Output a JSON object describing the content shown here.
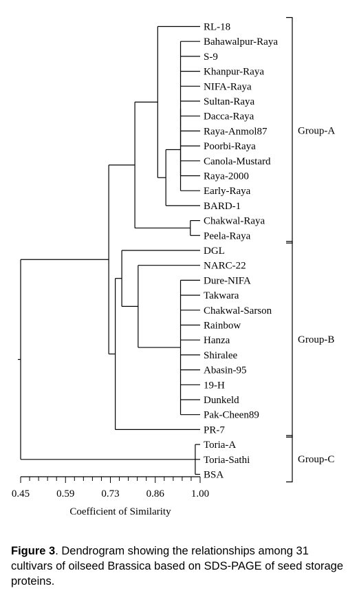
{
  "leaves": [
    "RL-18",
    "Bahawalpur-Raya",
    "S-9",
    "Khanpur-Raya",
    "NIFA-Raya",
    "Sultan-Raya",
    "Dacca-Raya",
    "Raya-Anmol87",
    "Poorbi-Raya",
    "Canola-Mustard",
    "Raya-2000",
    "Early-Raya",
    "BARD-1",
    "Chakwal-Raya",
    "Peela-Raya",
    "DGL",
    "NARC-22",
    "Dure-NIFA",
    "Takwara",
    "Chakwal-Sarson",
    "Rainbow",
    "Hanza",
    "Shiralee",
    "Abasin-95",
    "19-H",
    "Dunkeld",
    "Pak-Cheen89",
    "PR-7",
    "Toria-A",
    "Toria-Sathi",
    "BSA"
  ],
  "groups": [
    {
      "label": "Group-A",
      "first": 0,
      "last": 14
    },
    {
      "label": "Group-B",
      "first": 15,
      "last": 27
    },
    {
      "label": "Group-C",
      "first": 28,
      "last": 30
    }
  ],
  "axis": {
    "title": "Coefficient of Similarity",
    "min": 0.45,
    "max": 1.0,
    "ticks": [
      "0.45",
      "0.59",
      "0.73",
      "0.86",
      "1.00"
    ]
  },
  "caption": {
    "label": "Figure 3",
    "text": ". Dendrogram showing the relationships among 31 cultivars of oilseed Brassica based on SDS-PAGE of seed storage proteins."
  },
  "clusters": [
    {
      "id": "c1",
      "sim": 0.94,
      "members": [
        1,
        2,
        3,
        4,
        5,
        6,
        7,
        8,
        9,
        10
      ]
    },
    {
      "id": "c2",
      "sim": 0.94,
      "members": [
        "c1",
        11
      ]
    },
    {
      "id": "c3",
      "sim": 0.895,
      "members": [
        "c2",
        12
      ]
    },
    {
      "id": "c4",
      "sim": 0.87,
      "members": [
        0,
        "c3"
      ]
    },
    {
      "id": "c5",
      "sim": 0.97,
      "members": [
        13,
        14
      ]
    },
    {
      "id": "c6",
      "sim": 0.8,
      "members": [
        "c4",
        "c5"
      ]
    },
    {
      "id": "c7",
      "sim": 0.94,
      "members": [
        17,
        18,
        19,
        20,
        21,
        22,
        23,
        24,
        25,
        26
      ]
    },
    {
      "id": "c8",
      "sim": 0.81,
      "members": [
        16,
        "c7"
      ]
    },
    {
      "id": "c9",
      "sim": 0.76,
      "members": [
        15,
        "c8"
      ]
    },
    {
      "id": "c10",
      "sim": 0.74,
      "members": [
        "c9",
        27
      ]
    },
    {
      "id": "c11",
      "sim": 0.72,
      "members": [
        "c6",
        "c10"
      ]
    },
    {
      "id": "c12",
      "sim": 0.985,
      "members": [
        28,
        29,
        30
      ]
    },
    {
      "id": "c13",
      "sim": 0.45,
      "members": [
        "c11",
        "c12"
      ]
    }
  ]
}
